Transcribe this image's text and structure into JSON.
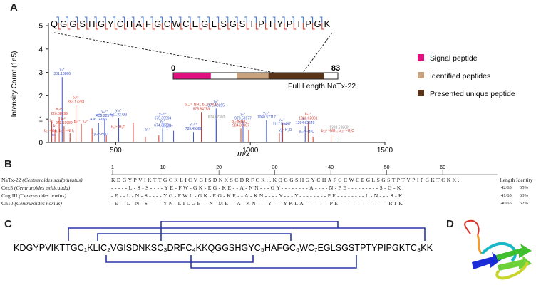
{
  "panels": {
    "a": "A",
    "b": "B",
    "c": "C",
    "d": "D"
  },
  "chart_data": {
    "type": "bar",
    "ylabel": "Intensity Count (1e5)",
    "xlabel": "m/z",
    "xlim": [
      250,
      1500
    ],
    "ylim": [
      0,
      5
    ],
    "x_ticks": [
      500,
      1000,
      1500
    ],
    "y_ticks": [
      0,
      1,
      2,
      3,
      4,
      5
    ],
    "peptide": [
      "Q",
      "G",
      "G",
      "S",
      "H",
      "G",
      "Y",
      "C",
      "H",
      "A",
      "F",
      "G",
      "C",
      "W",
      "C",
      "E",
      "G",
      "L",
      "S",
      "G",
      "S",
      "T",
      "P",
      "T",
      "Y",
      "P",
      "I",
      "P",
      "G",
      "K"
    ],
    "peaks_red": [
      {
        "mz": 262,
        "y": 0.9
      },
      {
        "mz": 274,
        "y": 0.55
      },
      {
        "mz": 290,
        "y": 1.1
      },
      {
        "mz": 308,
        "y": 0.7
      },
      {
        "mz": 330,
        "y": 0.4
      },
      {
        "mz": 352,
        "y": 1.6
      },
      {
        "mz": 372,
        "y": 0.8
      },
      {
        "mz": 412,
        "y": 0.6
      },
      {
        "mz": 465,
        "y": 0.3
      },
      {
        "mz": 565,
        "y": 0.85
      },
      {
        "mz": 610,
        "y": 0.25
      },
      {
        "mz": 660,
        "y": 0.3
      },
      {
        "mz": 818,
        "y": 1.3
      },
      {
        "mz": 965,
        "y": 0.6
      },
      {
        "mz": 994,
        "y": 0.55
      },
      {
        "mz": 1108,
        "y": 0.4
      },
      {
        "mz": 1120,
        "y": 0.85
      },
      {
        "mz": 1215,
        "y": 0.9
      },
      {
        "mz": 1233,
        "y": 0.25
      },
      {
        "mz": 1300,
        "y": 0.3
      }
    ],
    "peaks_blue": [
      {
        "mz": 267,
        "y": 0.7
      },
      {
        "mz": 301,
        "y": 2.8
      },
      {
        "mz": 436,
        "y": 0.85
      },
      {
        "mz": 459,
        "y": 1.0
      },
      {
        "mz": 511,
        "y": 1.05
      },
      {
        "mz": 674,
        "y": 0.6
      },
      {
        "mz": 675,
        "y": 0.9
      },
      {
        "mz": 715,
        "y": 0.5
      },
      {
        "mz": 789,
        "y": 0.45
      },
      {
        "mz": 873,
        "y": 1.45
      },
      {
        "mz": 973,
        "y": 0.9
      },
      {
        "mz": 1060,
        "y": 0.95
      },
      {
        "mz": 1117,
        "y": 0.65
      },
      {
        "mz": 1204,
        "y": 0.7
      }
    ],
    "peaks_gray": [
      {
        "mz": 330,
        "y": 0.2
      },
      {
        "mz": 874,
        "y": 0.95
      },
      {
        "mz": 1329,
        "y": 0.5
      }
    ],
    "annotations_blue": [
      {
        "mz": 301,
        "y": 2.8,
        "label": "y₃⁺\n301.18866"
      },
      {
        "mz": 459,
        "y": 1.0,
        "label": "y₄ʰ⁺\n459.22577"
      },
      {
        "mz": 436,
        "y": 0.85,
        "label": "y₄²⁺\n436.74066"
      },
      {
        "mz": 511,
        "y": 1.05,
        "label": "y₁₀⁺\n511.32733"
      },
      {
        "mz": 675,
        "y": 0.9,
        "label": "y₁₀ʰ⁺\n675.39594"
      },
      {
        "mz": 674,
        "y": 0.6,
        "label": "y₆⁺\n674.38788"
      },
      {
        "mz": 789,
        "y": 0.45,
        "label": "y₁₄ʰ⁺\n789.45386"
      },
      {
        "mz": 873,
        "y": 1.45,
        "label": "y₈⁺\n872.40255"
      },
      {
        "mz": 973,
        "y": 0.9,
        "label": "y₉⁺\n973.53577"
      },
      {
        "mz": 1060,
        "y": 0.95,
        "label": "y₁₀⁺\n1060.57117"
      },
      {
        "mz": 1117,
        "y": 0.65,
        "label": "y₁₁⁺\n1117.59497"
      },
      {
        "mz": 1204,
        "y": 0.7,
        "label": "y₁₂⁺\n1204.62549"
      }
    ],
    "annotations_red": [
      {
        "mz": 290,
        "y": 1.1,
        "label": "b₄²⁺\n226.08299"
      },
      {
        "mz": 352,
        "y": 1.6,
        "label": "b₈²⁺\n283.17283"
      },
      {
        "mz": 308,
        "y": 0.7,
        "label": "b₁²⁺\n243.10989"
      },
      {
        "mz": 818,
        "y": 1.3,
        "label": "b₁₈²⁺-NH₃, b₁₉²⁺-H₂O\n975.84753"
      },
      {
        "mz": 965,
        "y": 0.6,
        "label": "b₂₂²⁺\n984.35907"
      },
      {
        "mz": 1215,
        "y": 0.9,
        "label": "b₂₂⁺\n1206.62061"
      }
    ],
    "annotations_gray": [
      {
        "mz": 874,
        "y": 0.95,
        "label": "874.67303"
      },
      {
        "mz": 1329,
        "y": 0.5,
        "label": "1328.52808"
      }
    ],
    "misc_labels": [
      "b₂⁺-NH₃, b₂⁺⁺-NH₃",
      "b₂",
      "b₃",
      "y₂",
      "b₅²⁺, y₄²⁺",
      "y₄²⁺-H₂O",
      "b₅²⁺-H₂O",
      "y₆⁺",
      "y₁₃²⁺",
      "y₂⁺-H₂O",
      "b₁₁²⁺-H₂O",
      "y₁₂²⁺-H₂O",
      "b₁₂²⁺-NH₃, b₁₂²⁺-H₂O"
    ]
  },
  "protein_bar": {
    "start": "0",
    "end": "83",
    "label": "Full Length NaTx-22",
    "segments": [
      {
        "from": 0,
        "to": 19,
        "color": "#e0117f"
      },
      {
        "from": 19,
        "to": 32,
        "color": "#ffffff"
      },
      {
        "from": 32,
        "to": 48,
        "color": "#c9a27e"
      },
      {
        "from": 48,
        "to": 76,
        "color": "#5a3418"
      },
      {
        "from": 76,
        "to": 83,
        "color": "#ffffff"
      }
    ]
  },
  "legend": [
    {
      "label": "Signal peptide",
      "color": "#e0117f"
    },
    {
      "label": "Identified peptides",
      "color": "#c9a27e"
    },
    {
      "label": "Presented unique peptide",
      "color": "#5a3418"
    }
  ],
  "alignment": {
    "ruler": [
      "1",
      "10",
      "20",
      "30",
      "40",
      "50",
      "60"
    ],
    "headers": {
      "length": "Length",
      "identity": "Identity"
    },
    "rows": [
      {
        "name": "NaTx-22 (Centruroides sculpturatus)",
        "seq": "KDGYPVIKTTGCKLICVGISDNKSCDRFCK..KQGGSHGYCHAFGCWCEGLSGSTPTYPIPGKTCKK.",
        "length": "",
        "identity": ""
      },
      {
        "name": "Cex5 (Centruroides exilicauda)",
        "seq": "-----L-S-S----YE-FW-GK-EG-KE--A-NN---GY--------A----N-PE---------S-G-K",
        "length": "42/65",
        "identity": "65%"
      },
      {
        "name": "CngtIII (Centruroides noxius)",
        "seq": "-E--L-N-S----YG-FWL-GK-EG-KE--A-KN----Y---Y--------PE--------L-N---S-K",
        "length": "41/65",
        "identity": "63%"
      },
      {
        "name": "Cn10 (Centruroides noxius)",
        "seq": "-E--L-N-S----YN-LILGE--N-ME--A-KN---Y---YKLA-------PE--------------RTK",
        "length": "40/65",
        "identity": "62%"
      }
    ]
  },
  "disulfide": {
    "sequence": "KDGYPVIKTTGC₁KLIC₂VGISDNKSC₃DRFC₄KKQGGSHGYC₅HAFGC₆WC₇EGLSGSTPTYPIPGKTC₈KK"
  }
}
